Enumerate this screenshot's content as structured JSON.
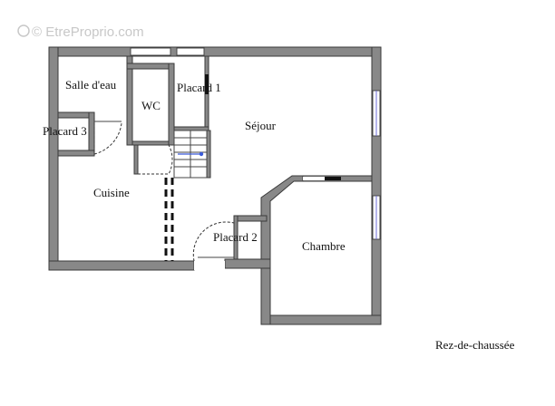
{
  "watermark": "© EtreProprio.com",
  "floor_name": "Rez-de-chaussée",
  "rooms": {
    "salle_d_eau": "Salle d'eau",
    "wc": "WC",
    "placard_1": "Placard 1",
    "placard_2": "Placard 2",
    "placard_3": "Placard 3",
    "sejour": "Séjour",
    "cuisine": "Cuisine",
    "chambre": "Chambre"
  },
  "colors": {
    "wall": "#888888",
    "window": "#6b6bd8",
    "stair_arrow": "#3b5bd9"
  }
}
